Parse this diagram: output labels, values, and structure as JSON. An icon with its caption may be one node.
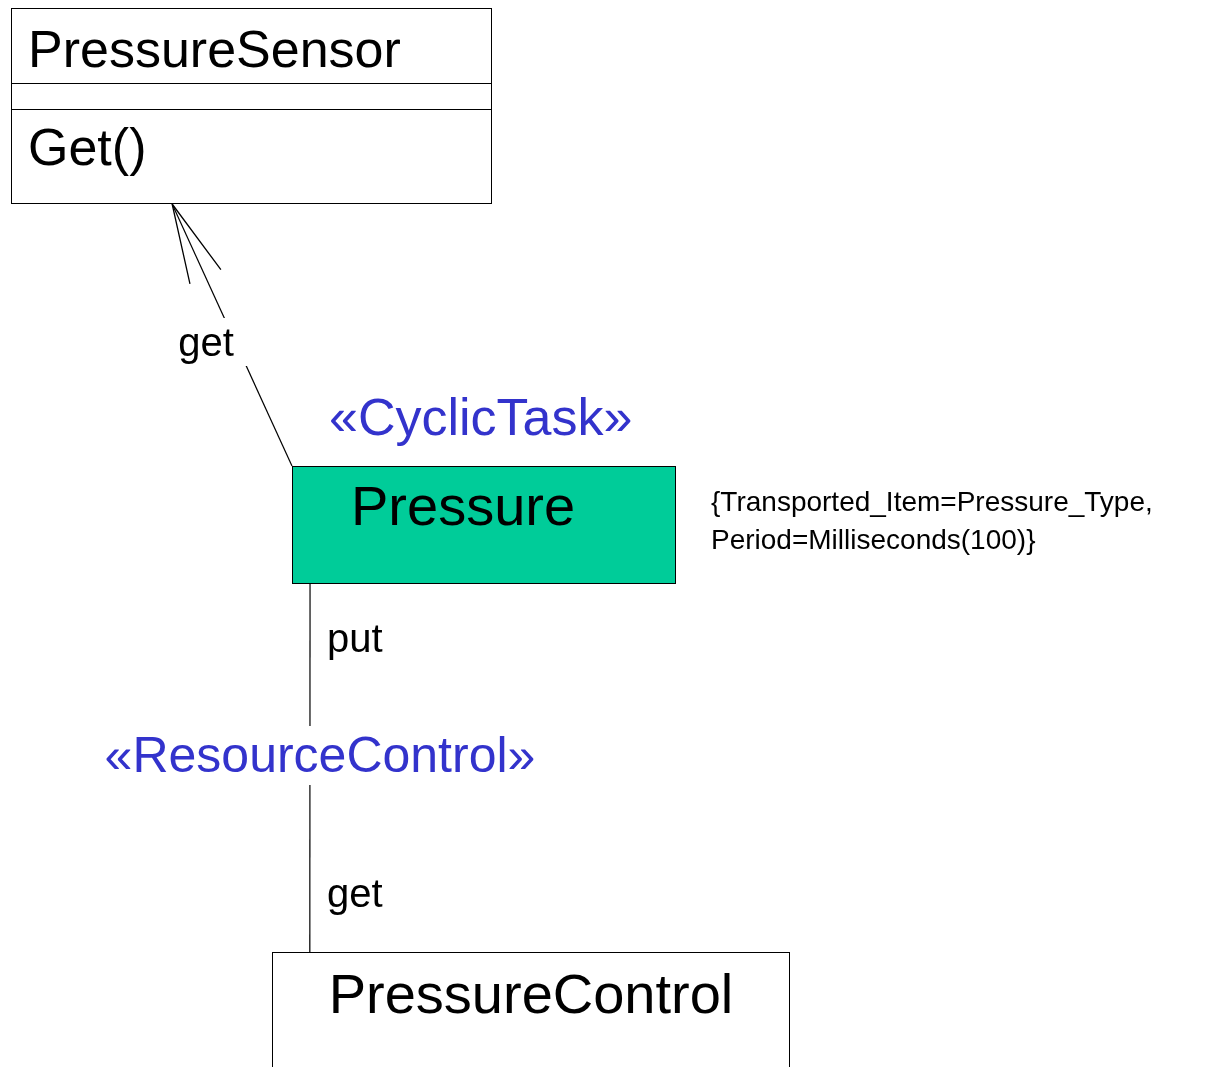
{
  "diagram": {
    "nodes": [
      {
        "text": [
          "PressureSensor",
          "Get()"
        ]
      },
      {
        "text": [
          "«CyclicTask»",
          "Pressure"
        ],
        "beside": [
          "{Transported_Item=Pressure_Type, Period=Milliseconds(100)}"
        ]
      },
      {
        "text": [
          "PressureControl"
        ]
      }
    ],
    "edges": [
      {
        "from": 1,
        "to": 0,
        "arrow": "to",
        "label": "get"
      },
      {
        "from": 1,
        "to": 2,
        "arrow": "none",
        "label": "«ResourceControl»"
      }
    ],
    "labels": [
      "put",
      "get"
    ]
  }
}
